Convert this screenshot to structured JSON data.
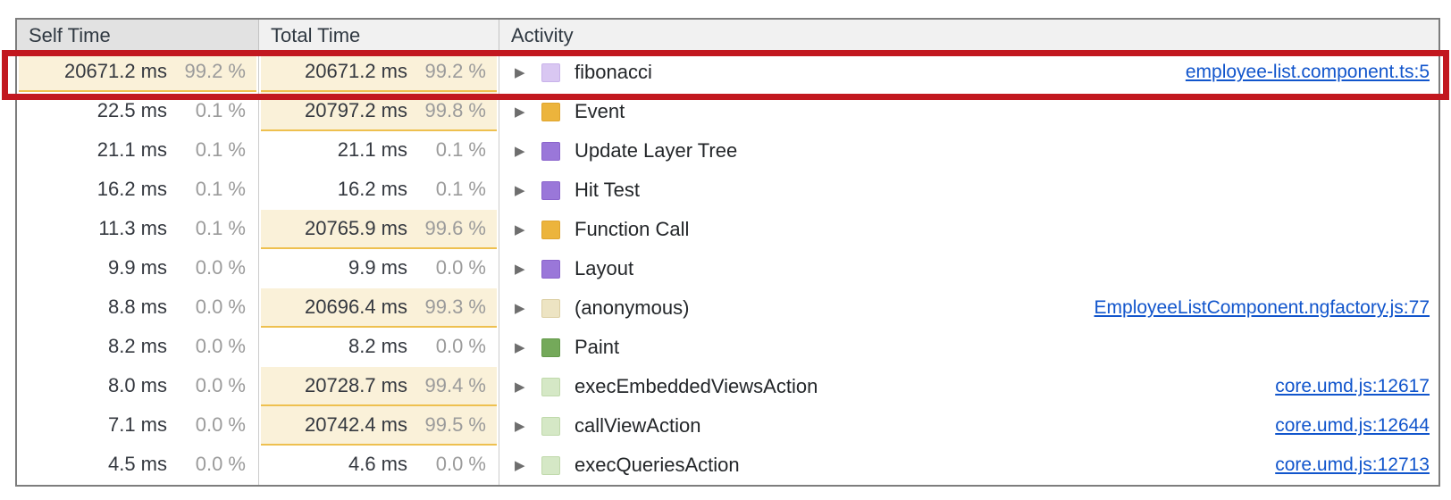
{
  "header": {
    "columns": [
      "Self Time",
      "Total Time",
      "Activity"
    ],
    "sorted_column": "Self Time"
  },
  "colors": {
    "highlight_background": "#faf1d9",
    "highlight_border": "#eec04f",
    "link_blue": "#1155cc",
    "annotation_red": "#c2181f",
    "sorted_header_gray": "#e2e2e2",
    "header_gray": "#f1f1f1"
  },
  "annotation": {
    "type": "red-highlight-box",
    "target_row": "fibonacci",
    "border_color": "#c2181f"
  },
  "table": {
    "rows": [
      {
        "self_ms": "20671.2 ms",
        "self_pct": "99.2 %",
        "self_hl": true,
        "total_ms": "20671.2 ms",
        "total_pct": "99.2 %",
        "total_hl": true,
        "activity": "fibonacci",
        "category": "scripting-function",
        "swatch_color": "#d9c7f2",
        "swatch_border": "#c8b2ea",
        "link": "employee-list.component.ts:5",
        "annotated": true
      },
      {
        "self_ms": "22.5 ms",
        "self_pct": "0.1 %",
        "self_hl": false,
        "total_ms": "20797.2 ms",
        "total_pct": "99.8 %",
        "total_hl": true,
        "activity": "Event",
        "category": "scripting-event",
        "swatch_color": "#ecb43c",
        "swatch_border": "#dfa42e",
        "link": "",
        "annotated": false
      },
      {
        "self_ms": "21.1 ms",
        "self_pct": "0.1 %",
        "self_hl": false,
        "total_ms": "21.1 ms",
        "total_pct": "0.1 %",
        "total_hl": false,
        "activity": "Update Layer Tree",
        "category": "rendering",
        "swatch_color": "#9a77d9",
        "swatch_border": "#8a64cc",
        "link": "",
        "annotated": false
      },
      {
        "self_ms": "16.2 ms",
        "self_pct": "0.1 %",
        "self_hl": false,
        "total_ms": "16.2 ms",
        "total_pct": "0.1 %",
        "total_hl": false,
        "activity": "Hit Test",
        "category": "rendering",
        "swatch_color": "#9a77d9",
        "swatch_border": "#8a64cc",
        "link": "",
        "annotated": false
      },
      {
        "self_ms": "11.3 ms",
        "self_pct": "0.1 %",
        "self_hl": false,
        "total_ms": "20765.9 ms",
        "total_pct": "99.6 %",
        "total_hl": true,
        "activity": "Function Call",
        "category": "scripting-event",
        "swatch_color": "#ecb43c",
        "swatch_border": "#dfa42e",
        "link": "",
        "annotated": false
      },
      {
        "self_ms": "9.9 ms",
        "self_pct": "0.0 %",
        "self_hl": false,
        "total_ms": "9.9 ms",
        "total_pct": "0.0 %",
        "total_hl": false,
        "activity": "Layout",
        "category": "rendering",
        "swatch_color": "#9a77d9",
        "swatch_border": "#8a64cc",
        "link": "",
        "annotated": false
      },
      {
        "self_ms": "8.8 ms",
        "self_pct": "0.0 %",
        "self_hl": false,
        "total_ms": "20696.4 ms",
        "total_pct": "99.3 %",
        "total_hl": true,
        "activity": "(anonymous)",
        "category": "scripting-anonymous",
        "swatch_color": "#ede4c3",
        "swatch_border": "#dccfa4",
        "link": "EmployeeListComponent.ngfactory.js:77",
        "annotated": false
      },
      {
        "self_ms": "8.2 ms",
        "self_pct": "0.0 %",
        "self_hl": false,
        "total_ms": "8.2 ms",
        "total_pct": "0.0 %",
        "total_hl": false,
        "activity": "Paint",
        "category": "painting",
        "swatch_color": "#74a95a",
        "swatch_border": "#649a4a",
        "link": "",
        "annotated": false
      },
      {
        "self_ms": "8.0 ms",
        "self_pct": "0.0 %",
        "self_hl": false,
        "total_ms": "20728.7 ms",
        "total_pct": "99.4 %",
        "total_hl": true,
        "activity": "execEmbeddedViewsAction",
        "category": "scripting-function-light",
        "swatch_color": "#d5e8c6",
        "swatch_border": "#c0d9ab",
        "link": "core.umd.js:12617",
        "annotated": false
      },
      {
        "self_ms": "7.1 ms",
        "self_pct": "0.0 %",
        "self_hl": false,
        "total_ms": "20742.4 ms",
        "total_pct": "99.5 %",
        "total_hl": true,
        "activity": "callViewAction",
        "category": "scripting-function-light",
        "swatch_color": "#d5e8c6",
        "swatch_border": "#c0d9ab",
        "link": "core.umd.js:12644",
        "annotated": false
      },
      {
        "self_ms": "4.5 ms",
        "self_pct": "0.0 %",
        "self_hl": false,
        "total_ms": "4.6 ms",
        "total_pct": "0.0 %",
        "total_hl": false,
        "activity": "execQueriesAction",
        "category": "scripting-function-light",
        "swatch_color": "#d5e8c6",
        "swatch_border": "#c0d9ab",
        "link": "core.umd.js:12713",
        "annotated": false
      }
    ],
    "expand_arrow": "▶"
  }
}
